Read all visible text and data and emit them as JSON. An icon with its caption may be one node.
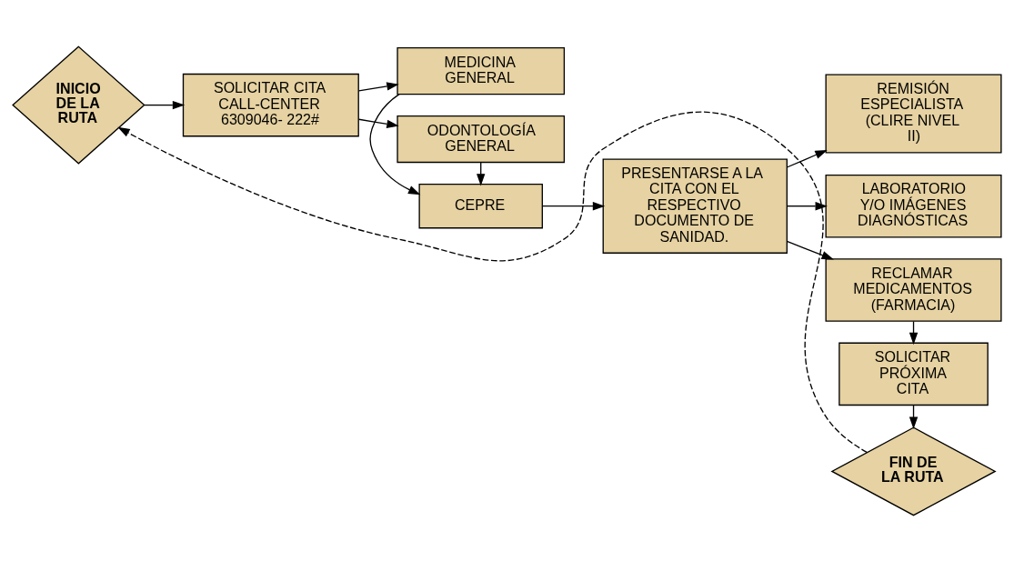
{
  "diagram": {
    "nodes": [
      {
        "text": [
          "INICIO DE LA RUTA"
        ]
      },
      {
        "text": [
          "SOLICITAR CITA CALL-CENTER 6309046- 222#"
        ]
      },
      {
        "text": [
          "MEDICINA GENERAL"
        ]
      },
      {
        "text": [
          "CEPRE"
        ]
      },
      {
        "text": [
          "ODONTOLOGÍA GENERAL"
        ]
      },
      {
        "text": [
          "PRESENTARSE A LA CITA CON EL RESPECTIVO DOCUMENTO DE SANIDAD."
        ]
      },
      {
        "text": [
          "REMISIÓN ESPECIALISTA (CLIRE NIVEL II)"
        ]
      },
      {
        "text": [
          "LABORATORIO Y/O IMÁGENES DIAGNÓSTICAS"
        ]
      },
      {
        "text": [
          "RECLAMAR MEDICAMENTOS (FARMACIA)"
        ]
      },
      {
        "text": [
          "SOLICITAR PRÓXIMA CITA"
        ]
      },
      {
        "text": [
          "FIN DE LA RUTA"
        ]
      }
    ],
    "edges": [
      {
        "from": 0,
        "to": 1,
        "arrow": "to"
      },
      {
        "from": 1,
        "to": 2,
        "arrow": "to"
      },
      {
        "from": 1,
        "to": 4,
        "arrow": "to"
      },
      {
        "from": 2,
        "to": 3,
        "arrow": "to"
      },
      {
        "from": 4,
        "to": 3,
        "arrow": "to"
      },
      {
        "from": 3,
        "to": 5,
        "arrow": "to"
      },
      {
        "from": 5,
        "to": 6,
        "arrow": "to"
      },
      {
        "from": 5,
        "to": 7,
        "arrow": "to"
      },
      {
        "from": 5,
        "to": 8,
        "arrow": "to"
      },
      {
        "from": 8,
        "to": 9,
        "arrow": "to"
      },
      {
        "from": 9,
        "to": 10,
        "arrow": "to"
      },
      {
        "from": 10,
        "to": 0,
        "arrow": "to",
        "style": "dashed"
      }
    ]
  }
}
